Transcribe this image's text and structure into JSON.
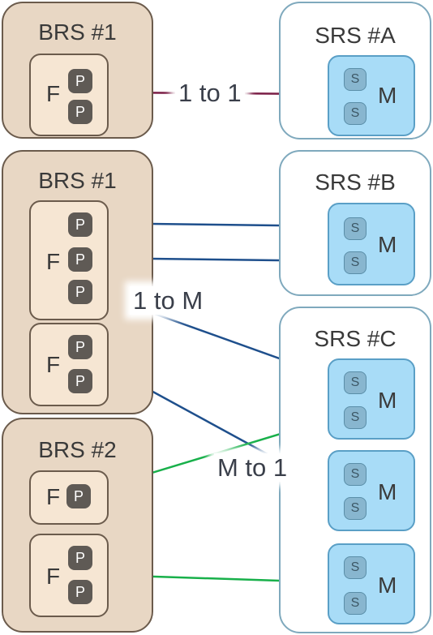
{
  "brs_groups": [
    {
      "title": "BRS #1",
      "fs": [
        {
          "letter": "F",
          "ports": [
            "P",
            "P"
          ]
        }
      ]
    },
    {
      "title": "BRS #1",
      "fs": [
        {
          "letter": "F",
          "ports": [
            "P",
            "P",
            "P"
          ]
        },
        {
          "letter": "F",
          "ports": [
            "P",
            "P"
          ]
        }
      ]
    },
    {
      "title": "BRS #2",
      "fs": [
        {
          "letter": "F",
          "ports": [
            "P"
          ]
        },
        {
          "letter": "F",
          "ports": [
            "P",
            "P"
          ]
        }
      ]
    }
  ],
  "srs_groups": [
    {
      "title": "SRS #A",
      "ms": [
        {
          "letter": "M",
          "ports": [
            "S",
            "S"
          ]
        }
      ]
    },
    {
      "title": "SRS #B",
      "ms": [
        {
          "letter": "M",
          "ports": [
            "S",
            "S"
          ]
        }
      ]
    },
    {
      "title": "SRS #C",
      "ms": [
        {
          "letter": "M",
          "ports": [
            "S",
            "S"
          ]
        },
        {
          "letter": "M",
          "ports": [
            "S",
            "S"
          ]
        },
        {
          "letter": "M",
          "ports": [
            "S",
            "S"
          ]
        }
      ]
    }
  ],
  "relation_labels": {
    "one_to_one": "1 to 1",
    "one_to_many": "1 to M",
    "many_to_one": "M to 1"
  },
  "colors": {
    "one_to_one": "#7a1d45",
    "one_to_many": "#1e4f8c",
    "many_to_one": "#18b04a"
  }
}
